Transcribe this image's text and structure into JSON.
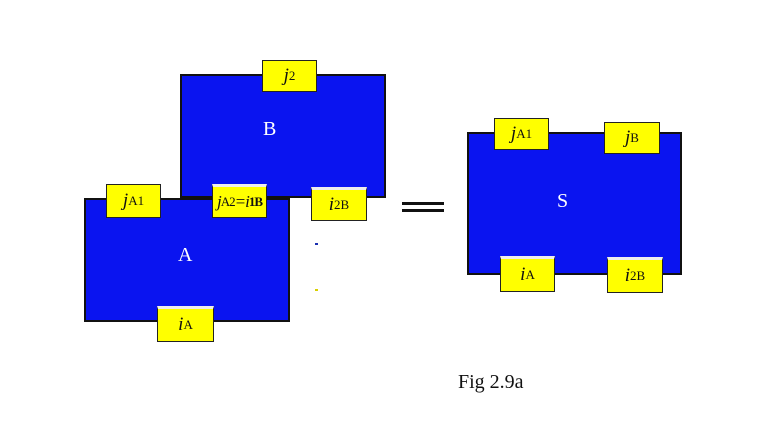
{
  "diagram": {
    "box_a": {
      "label": "A"
    },
    "box_b": {
      "label": "B"
    },
    "box_s": {
      "label": "S"
    },
    "ports": {
      "b_j2": {
        "sym": "j",
        "sub": "2"
      },
      "a_jA1": {
        "sym": "j",
        "sub": "A1"
      },
      "a_jA2": {
        "sym": "j",
        "sub": "A2",
        "overlap": "=i",
        "overlap_sub": "1B"
      },
      "b_i2B": {
        "sym": "i",
        "sub": "2B"
      },
      "a_iA": {
        "sym": "i",
        "sub": "A"
      },
      "s_jA1": {
        "sym": "j",
        "sub": "A1"
      },
      "s_jB": {
        "sym": "j",
        "sub": "B"
      },
      "s_iA": {
        "sym": "i",
        "sub": "A"
      },
      "s_i2B": {
        "sym": "i",
        "sub": "2B"
      }
    },
    "caption": "Fig 2.9a",
    "colors": {
      "box": "#0a14f0",
      "port": "#ffff00"
    }
  }
}
